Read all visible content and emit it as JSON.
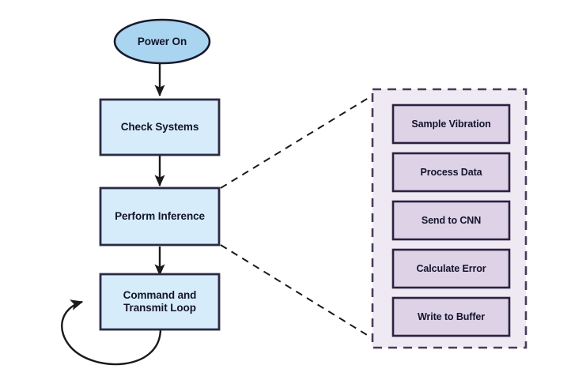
{
  "diagram": {
    "type": "flowchart",
    "title": "",
    "colors": {
      "start_fill": "#a9d5f0",
      "start_stroke": "#1a1a2e",
      "process_fill": "#d6ecfb",
      "process_stroke": "#2b2b44",
      "panel_fill": "#eee9f2",
      "panel_stroke": "#4b3a5a",
      "sub_fill": "#ddd2e6",
      "sub_stroke": "#2b2140",
      "connector": "#1a1a1a",
      "text": "#14142b",
      "background": "#ffffff"
    },
    "main_flow": {
      "start_node": {
        "label": "Power On",
        "shape": "ellipse"
      },
      "nodes": [
        {
          "label": "Check Systems",
          "shape": "rectangle"
        },
        {
          "label": "Perform Inference",
          "shape": "rectangle"
        },
        {
          "label": "Command and\nTransmit Loop",
          "line1": "Command and",
          "line2": "Transmit Loop",
          "shape": "rectangle"
        }
      ],
      "self_loop": {
        "from": "Command and Transmit Loop",
        "to": "Command and Transmit Loop",
        "label": ""
      }
    },
    "detail_panel": {
      "border_style": "dashed",
      "linked_from": "Perform Inference",
      "steps": [
        {
          "label": "Sample Vibration"
        },
        {
          "label": "Process Data"
        },
        {
          "label": "Send to CNN"
        },
        {
          "label": "Calculate Error"
        },
        {
          "label": "Write to Buffer"
        }
      ]
    }
  }
}
